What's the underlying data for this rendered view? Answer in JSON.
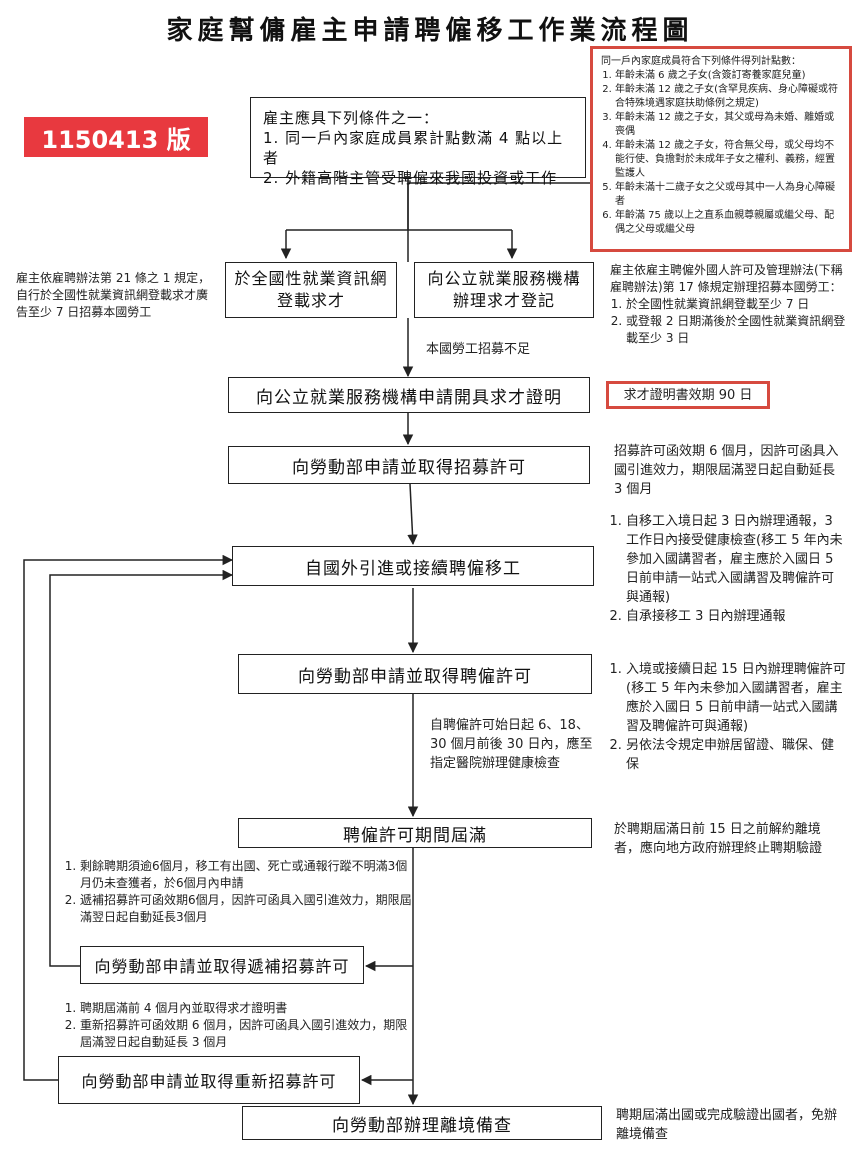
{
  "title": "家庭幫傭雇主申請聘僱移工作業流程圖",
  "version_badge": "1150413 版",
  "colors": {
    "badge": "#e8393f",
    "frame": "#d64a3f",
    "line": "#222222"
  },
  "family_conditions": {
    "heading": "同一戶內家庭成員符合下列條件得列計點數：",
    "items": [
      "年齡未滿 6 歲之子女(含簽訂寄養家庭兒童)",
      "年齡未滿 12 歲之子女(含罕見疾病、身心障礙或符合特殊境遇家庭扶助條例之規定)",
      "年齡未滿 12 歲之子女，其父或母為未婚、離婚或喪偶",
      "年齡未滿 12 歲之子女，符合無父母，或父母均不能行使、負擔對於未成年子女之權利、義務，經置監護人",
      "年齡未滿十二歲子女之父或母其中一人為身心障礙者",
      "年齡滿 75 歲以上之直系血親尊親屬或繼父母、配偶之父母或繼父母"
    ]
  },
  "employer_conditions": {
    "heading": "雇主應具下列條件之一：",
    "items": [
      "1. 同一戶內家庭成員累計點數滿 4 點以上者",
      "2. 外籍高階主管受聘僱來我國投資或工作"
    ]
  },
  "boxes": {
    "national_site": "於全國性就業資訊網登載求才",
    "public_agency": "向公立就業服務機構辦理求才登記",
    "certificate": "向公立就業服務機構申請開具求才證明",
    "recruit_permit": "向勞動部申請並取得招募許可",
    "introduce": "自國外引進或接續聘僱移工",
    "employ_permit": "向勞動部申請並取得聘僱許可",
    "expire": "聘僱許可期間屆滿",
    "replacement": "向勞動部申請並取得遞補招募許可",
    "re_recruit": "向勞動部申請並取得重新招募許可",
    "departure": "向勞動部辦理離境備查"
  },
  "notes": {
    "left_ad": "雇主依雇聘辦法第 21 條之 1 規定，自行於全國性就業資訊網登載求才廣告至少 7 日招募本國勞工",
    "right_law_heading": "雇主依雇主聘僱外國人許可及管理辦法(下稱雇聘辦法)第 17 條規定辦理招募本國勞工：",
    "right_law_items": [
      "於全國性就業資訊網登載至少 7 日",
      "或登報 2 日期滿後於全國性就業資訊網登載至少 3 日"
    ],
    "local_shortage": "本國勞工招募不足",
    "cert_validity": "求才證明書效期 90 日",
    "recruit_validity": "招募許可函效期 6 個月，因許可函具入國引進效力，期限屆滿翌日起自動延長 3 個月",
    "entry_items": [
      "自移工入境日起 3 日內辦理通報，3 工作日內接受健康檢查(移工 5 年內未參加入國講習者，雇主應於入國日 5 日前申請一站式入國講習及聘僱許可與通報)",
      "自承接移工 3 日內辦理通報"
    ],
    "employ_items": [
      "入境或接續日起 15 日內辦理聘僱許可(移工 5 年內未參加入國講習者，雇主應於入國日 5 日前申請一站式入國講習及聘僱許可與通報)",
      "另依法令規定申辦居留證、職保、健保"
    ],
    "health_check": "自聘僱許可始日起 6、18、30 個月前後 30 日內，應至指定醫院辦理健康檢查",
    "early_termination": "於聘期屆滿日前 15 日之前解約離境者，應向地方政府辦理終止聘期驗證",
    "replacement_items": [
      "剩餘聘期須逾6個月，移工有出國、死亡或通報行蹤不明滿3個月仍未查獲者，於6個月內申請",
      "遞補招募許可函效期6個月，因許可函具入國引進效力，期限屆滿翌日起自動延長3個月"
    ],
    "re_recruit_items": [
      "聘期屆滿前 4 個月內並取得求才證明書",
      "重新招募許可函效期 6 個月，因許可函具入國引進效力，期限屆滿翌日起自動延長 3 個月"
    ],
    "exempt_departure": "聘期屆滿出國或完成驗證出國者，免辦離境備查"
  }
}
